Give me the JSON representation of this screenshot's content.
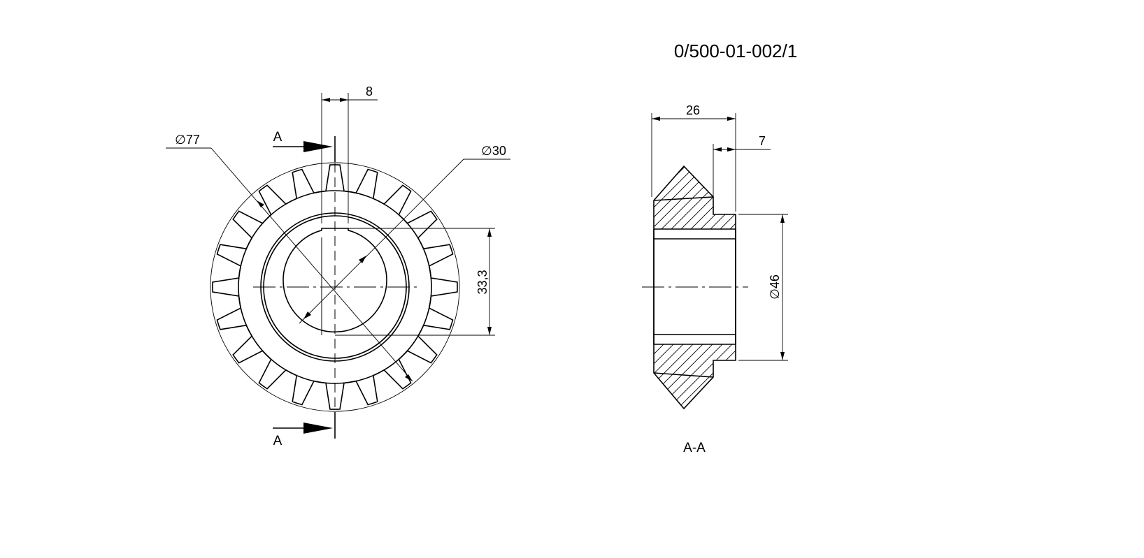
{
  "drawing_number": "0/500-01-002/1",
  "section_label": "A-A",
  "cut_letter_top": "A",
  "cut_letter_bottom": "A",
  "dimensions": {
    "key_width": "8",
    "outer_diameter": "∅77",
    "bore_diameter": "∅30",
    "keyway_depth": "33,3",
    "length": "26",
    "hub_length": "7",
    "hub_diameter": "∅46"
  },
  "gear": {
    "teeth": 20
  }
}
